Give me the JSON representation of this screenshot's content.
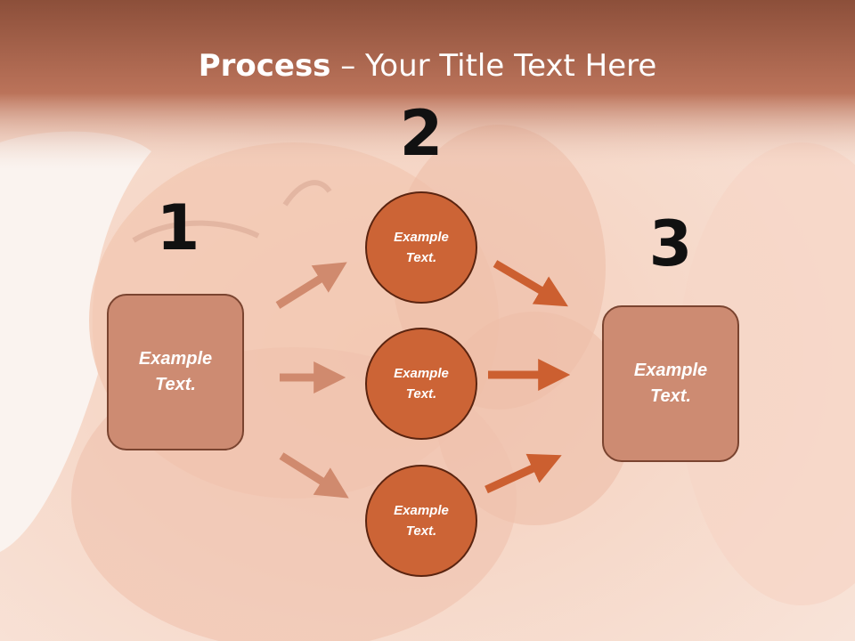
{
  "title": {
    "bold": "Process",
    "rest": " – Your Title Text Here"
  },
  "steps": [
    {
      "number": "1",
      "label": "Example\nText."
    },
    {
      "number": "2",
      "items": [
        {
          "label": "Example\nText."
        },
        {
          "label": "Example\nText."
        },
        {
          "label": "Example\nText."
        }
      ]
    },
    {
      "number": "3",
      "label": "Example\nText."
    }
  ],
  "colors": {
    "header_band": "#b56c52",
    "box_fill": "#cd8b72",
    "circle_fill": "#cc6436",
    "arrow_in": "#d08a6e",
    "arrow_out": "#cc5f30"
  }
}
